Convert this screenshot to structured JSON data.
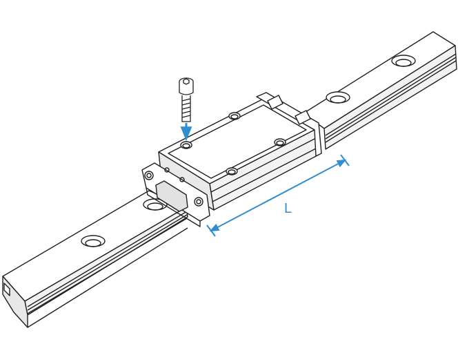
{
  "diagram": {
    "dimension_label": "L",
    "colors": {
      "line": "#231f20",
      "accent": "#2e8fcf",
      "rail_face": "#f4f4f4",
      "block_face": "#ffffff",
      "shade": "#d9d9d9"
    },
    "parts": [
      {
        "name": "guide-rail"
      },
      {
        "name": "carriage-block"
      },
      {
        "name": "mounting-screw"
      },
      {
        "name": "end-seal"
      },
      {
        "name": "length-dimension"
      }
    ]
  }
}
